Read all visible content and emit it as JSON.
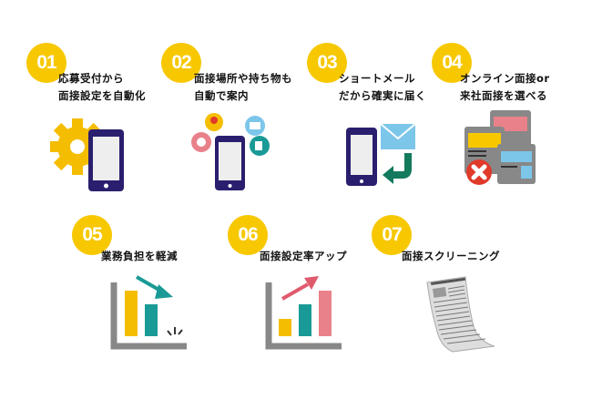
{
  "items": [
    {
      "number": "01",
      "lines": [
        "応募受付から",
        "面接設定を自動化"
      ],
      "icon": "gear-phone-icon"
    },
    {
      "number": "02",
      "lines": [
        "面接場所や持ち物も",
        "自動で案内"
      ],
      "icon": "phone-notifications-icon"
    },
    {
      "number": "03",
      "lines": [
        "ショートメール",
        "だから確実に届く"
      ],
      "icon": "phone-mail-icon"
    },
    {
      "number": "04",
      "lines": [
        "オンライン面接or",
        "来社面接を選べる"
      ],
      "icon": "browser-windows-icon"
    },
    {
      "number": "05",
      "lines": [
        "業務負担を軽減"
      ],
      "icon": "chart-down-icon"
    },
    {
      "number": "06",
      "lines": [
        "面接設定率アップ"
      ],
      "icon": "chart-up-icon"
    },
    {
      "number": "07",
      "lines": [
        "面接スクリーニング"
      ],
      "icon": "document-icon"
    }
  ],
  "colors": {
    "badge": "#f7c800",
    "navy": "#2a1f6e",
    "teal": "#1a9a96",
    "pink": "#e9818a",
    "red": "#e03a2b"
  }
}
